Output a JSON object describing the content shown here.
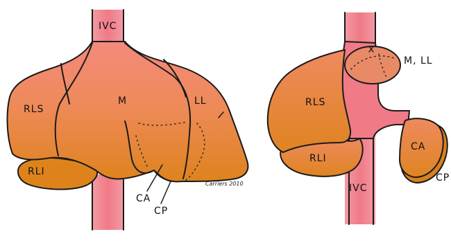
{
  "colors": {
    "vessel": "#f07a86",
    "lobe_top": "#f28a78",
    "lobe_bottom": "#e0841c",
    "outline": "#1a1a1a"
  },
  "left_diagram": {
    "labels": {
      "ivc": "IVC",
      "median": "M",
      "left_lateral": "LL",
      "right_lateral_superior": "RLS",
      "right_lateral_inferior": "RLI",
      "caudate_ca": "CA",
      "caudate_cp": "CP"
    },
    "signature": "Carriers 2010"
  },
  "right_diagram": {
    "labels": {
      "median_left_lateral": "M, LL",
      "right_lateral_superior": "RLS",
      "right_lateral_inferior": "RLI",
      "ivc": "IVC",
      "caudate_ca": "CA",
      "caudate_cp": "CP"
    }
  }
}
